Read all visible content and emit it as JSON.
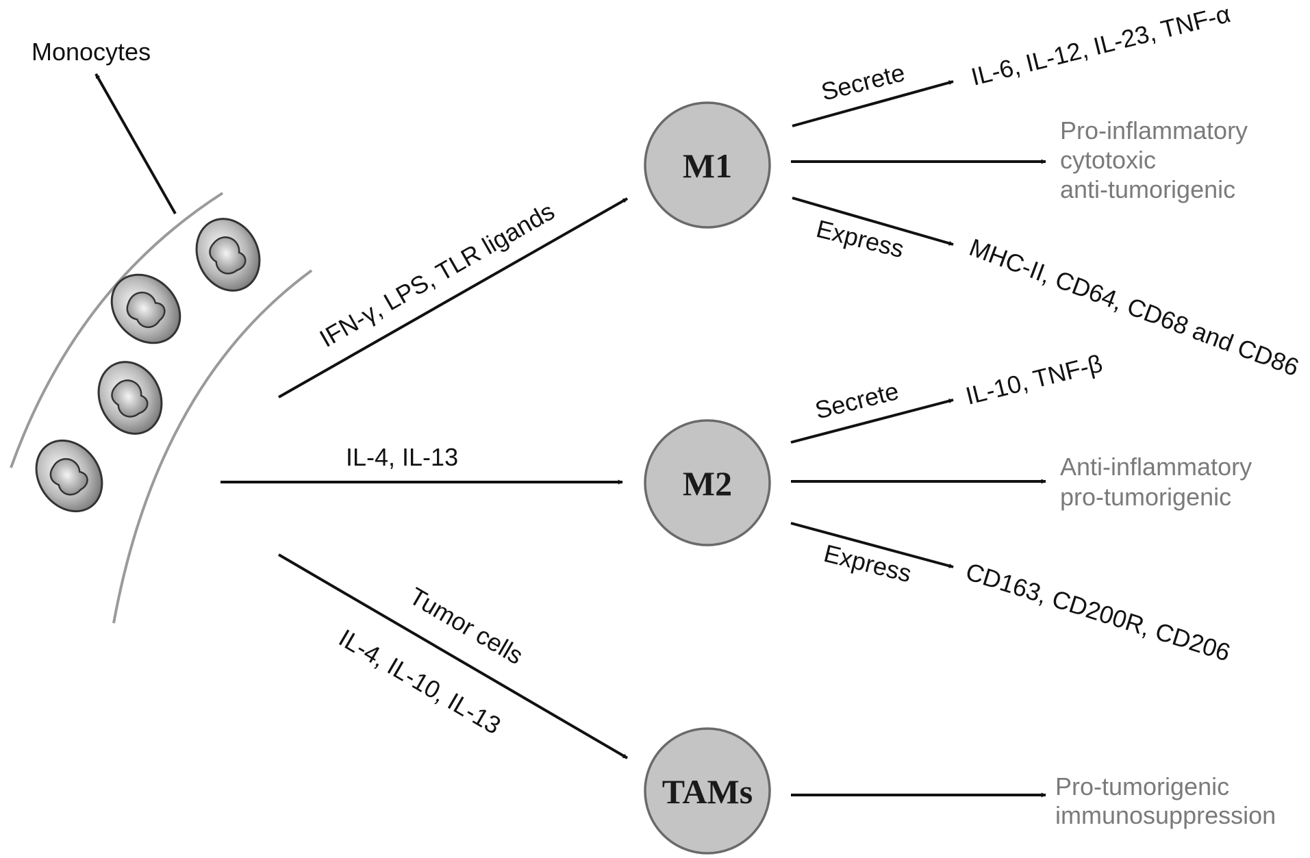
{
  "source": {
    "label": "Monocytes"
  },
  "pathways": {
    "m1": "IFN-γ, LPS, TLR ligands",
    "m2": "IL-4, IL-13",
    "tams_top": "Tumor cells",
    "tams_bottom": "IL-4, IL-10, IL-13"
  },
  "m1": {
    "label": "M1",
    "secrete_verb": "Secrete",
    "secrete_items": "IL-6, IL-12, IL-23, TNF-α",
    "properties": [
      "Pro-inflammatory",
      "cytotoxic",
      "anti-tumorigenic"
    ],
    "express_verb": "Express",
    "express_items": "MHC-II, CD64, CD68 and CD86"
  },
  "m2": {
    "label": "M2",
    "secrete_verb": "Secrete",
    "secrete_items": "IL-10, TNF-β",
    "properties": [
      "Anti-inflammatory",
      "pro-tumorigenic"
    ],
    "express_verb": "Express",
    "express_items": "CD163, CD200R, CD206"
  },
  "tams": {
    "label": "TAMs",
    "properties": [
      "Pro-tumorigenic",
      "immunosuppression"
    ]
  },
  "colors": {
    "node_fill": "#c4c4c4",
    "property_text": "#7a7a7a",
    "vessel_wall": "#9a9a9a"
  }
}
